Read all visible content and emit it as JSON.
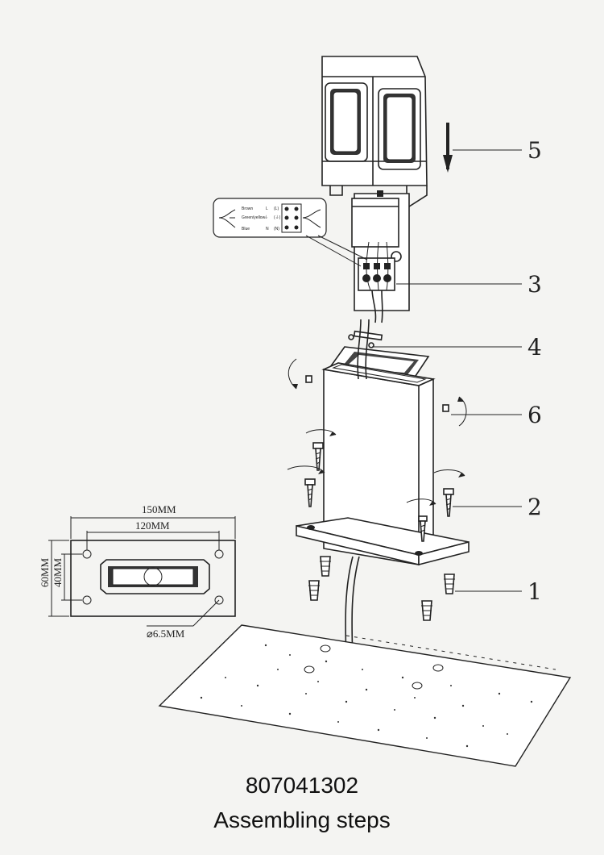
{
  "product_code": "807041302",
  "caption": "Assembling steps",
  "callouts": [
    "5",
    "3",
    "4",
    "6",
    "2",
    "1"
  ],
  "wiring_legend": {
    "rows": [
      {
        "wire": "Brown",
        "terminal": "L",
        "mark": "(L)"
      },
      {
        "wire": "Green/yellow",
        "terminal": "⏚",
        "mark": "(⏚)"
      },
      {
        "wire": "Blue",
        "terminal": "N",
        "mark": "(N)"
      }
    ]
  },
  "dimensions": {
    "width_outer": "150MM",
    "width_holes": "120MM",
    "height_outer": "60MM",
    "height_holes": "40MM",
    "hole_diameter": "⌀6.5MM"
  }
}
